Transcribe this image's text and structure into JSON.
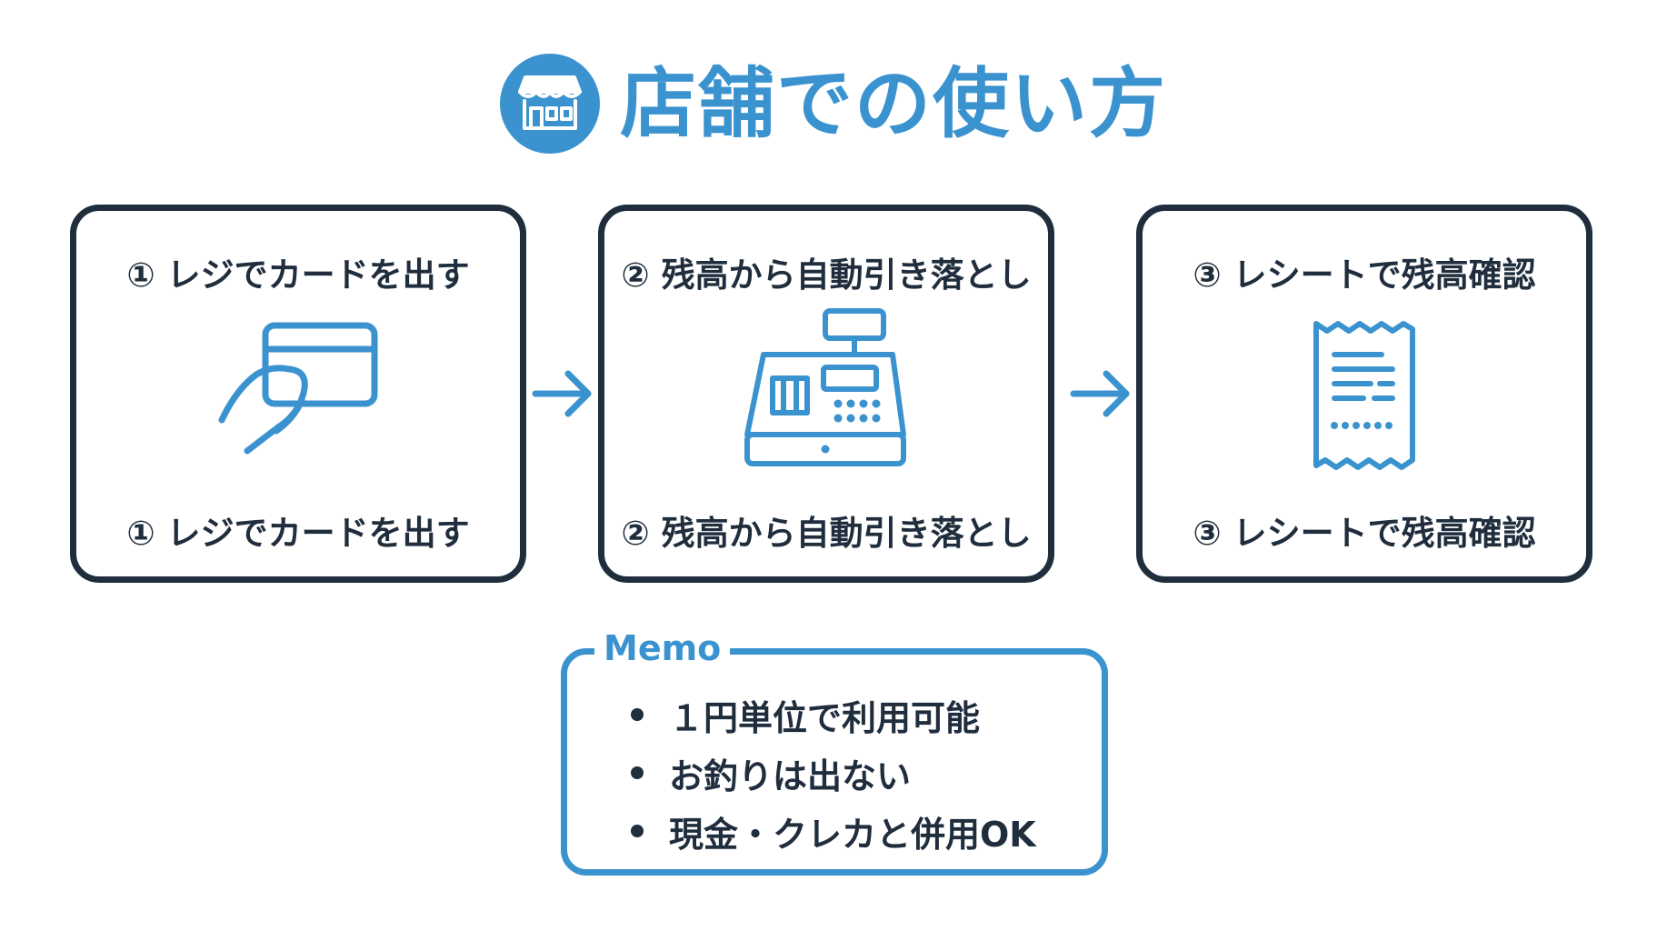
{
  "title": {
    "text": "店舗での使い方",
    "icon": "store-icon"
  },
  "steps": [
    {
      "top_label": "① レジでカードを出す",
      "bottom_label": "① レジでカードを出す",
      "icon": "hand-holding-card-icon"
    },
    {
      "top_label": "② 残高から自動引き落とし",
      "bottom_label": "② 残高から自動引き落とし",
      "icon": "cash-register-icon"
    },
    {
      "top_label": "③ レシートで残高確認",
      "bottom_label": "③ レシートで残高確認",
      "icon": "receipt-icon"
    }
  ],
  "memo": {
    "title": "Memo",
    "items": [
      "１円単位で利用可能",
      "お釣りは出ない",
      "現金・クレカと併用OK"
    ]
  },
  "colors": {
    "accent": "#3a93cf",
    "dark": "#1f2d3d",
    "background": "#ffffff"
  }
}
